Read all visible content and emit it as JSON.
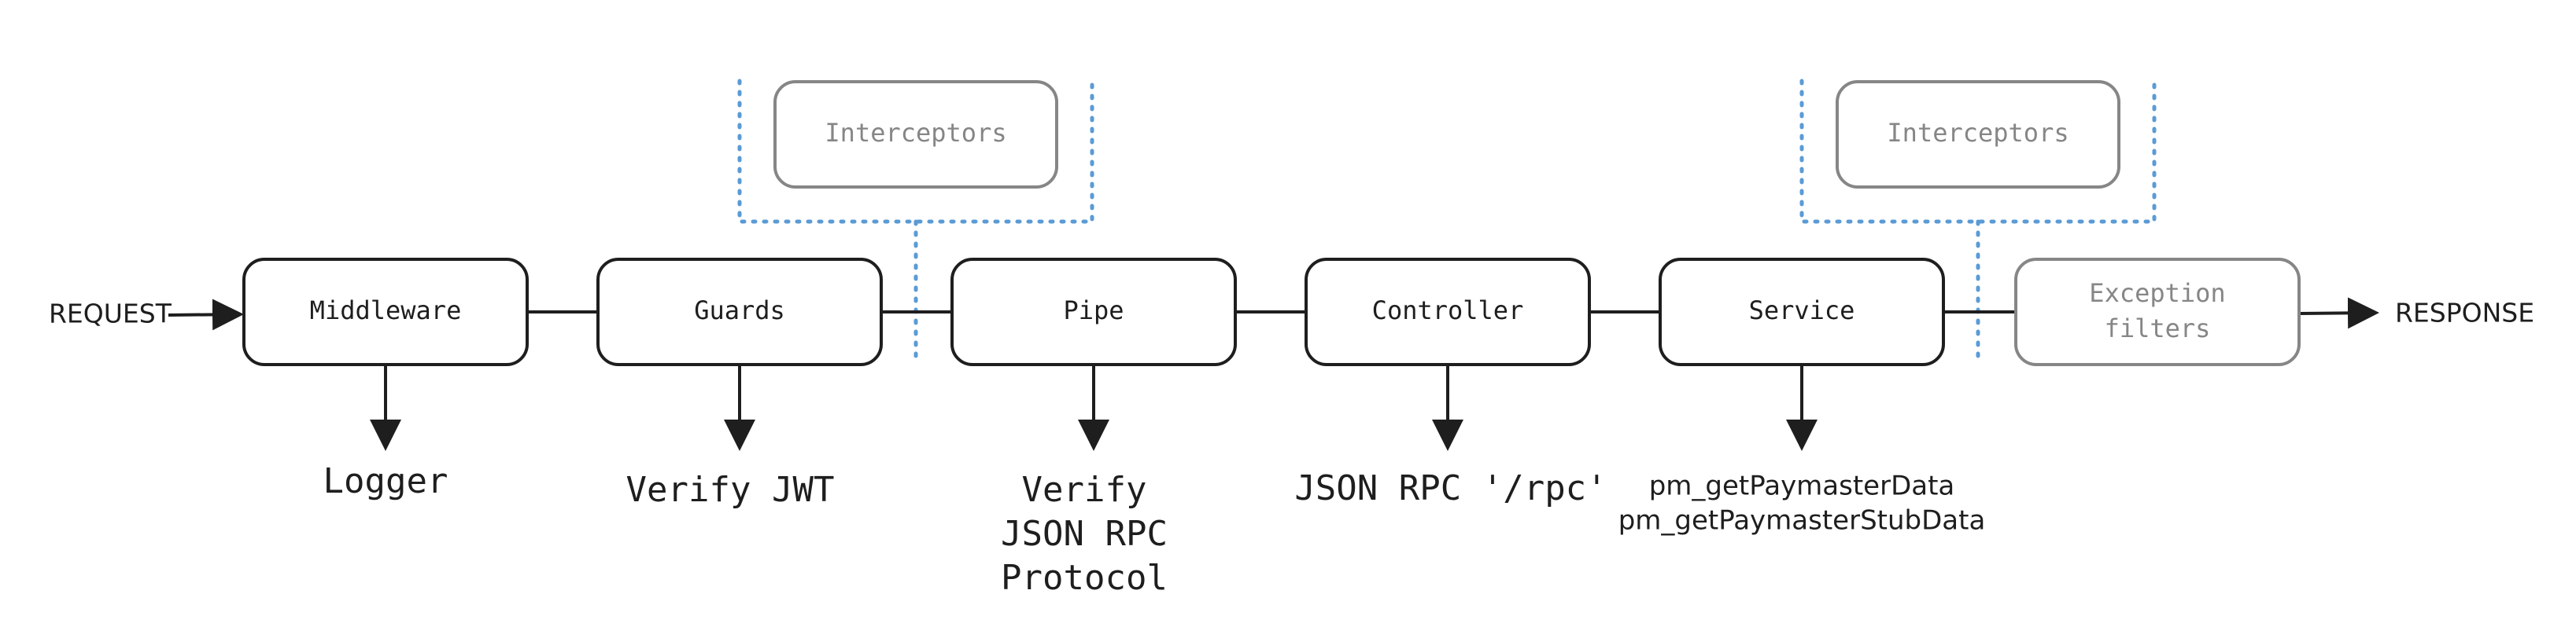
{
  "colors": {
    "stroke": "#1e1e1e",
    "muted": "#868686",
    "dotted": "#5b9bd5",
    "text": "#1e1e1e"
  },
  "request_label": "REQUEST",
  "response_label": "RESPONSE",
  "stages": {
    "middleware": "Middleware",
    "guards": "Guards",
    "pipe": "Pipe",
    "controller": "Controller",
    "service": "Service"
  },
  "exception_filters": [
    "Exception",
    "filters"
  ],
  "interceptors_left": "Interceptors",
  "interceptors_right": "Interceptors",
  "notes": {
    "middleware": [
      "Logger"
    ],
    "guards": [
      "Verify JWT"
    ],
    "pipe": [
      "Verify",
      "JSON RPC",
      "Protocol"
    ],
    "controller": [
      "JSON RPC '/rpc'"
    ],
    "service": [
      "pm_getPaymasterData",
      "pm_getPaymasterStubData"
    ]
  }
}
